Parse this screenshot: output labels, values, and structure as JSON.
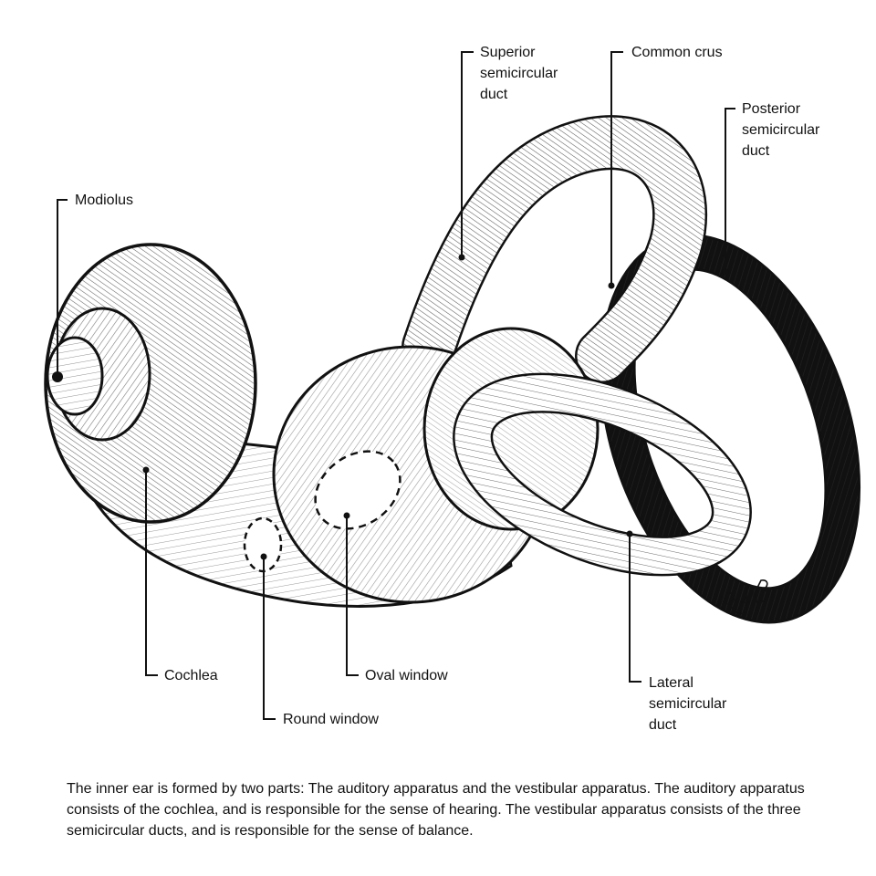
{
  "labels": {
    "superior": [
      "Superior",
      "semicircular",
      "duct"
    ],
    "common_crus": [
      "Common crus"
    ],
    "posterior": [
      "Posterior",
      "semicircular",
      "duct"
    ],
    "modiolus": [
      "Modiolus"
    ],
    "cochlea": [
      "Cochlea"
    ],
    "oval_window": [
      "Oval window"
    ],
    "round_window": [
      "Round window"
    ],
    "lateral": [
      "Lateral",
      "semicircular",
      "duct"
    ]
  },
  "caption": "The inner ear is formed by two parts:  The auditory apparatus and the vestibular apparatus.  The auditory apparatus consists of the cochlea, and is responsible for the sense of hearing.  The vestibular apparatus consists of the three semicircular ducts, and is responsible for the sense of balance.",
  "signature": "RJB",
  "colors": {
    "ink": "#111111",
    "paper": "#ffffff"
  }
}
